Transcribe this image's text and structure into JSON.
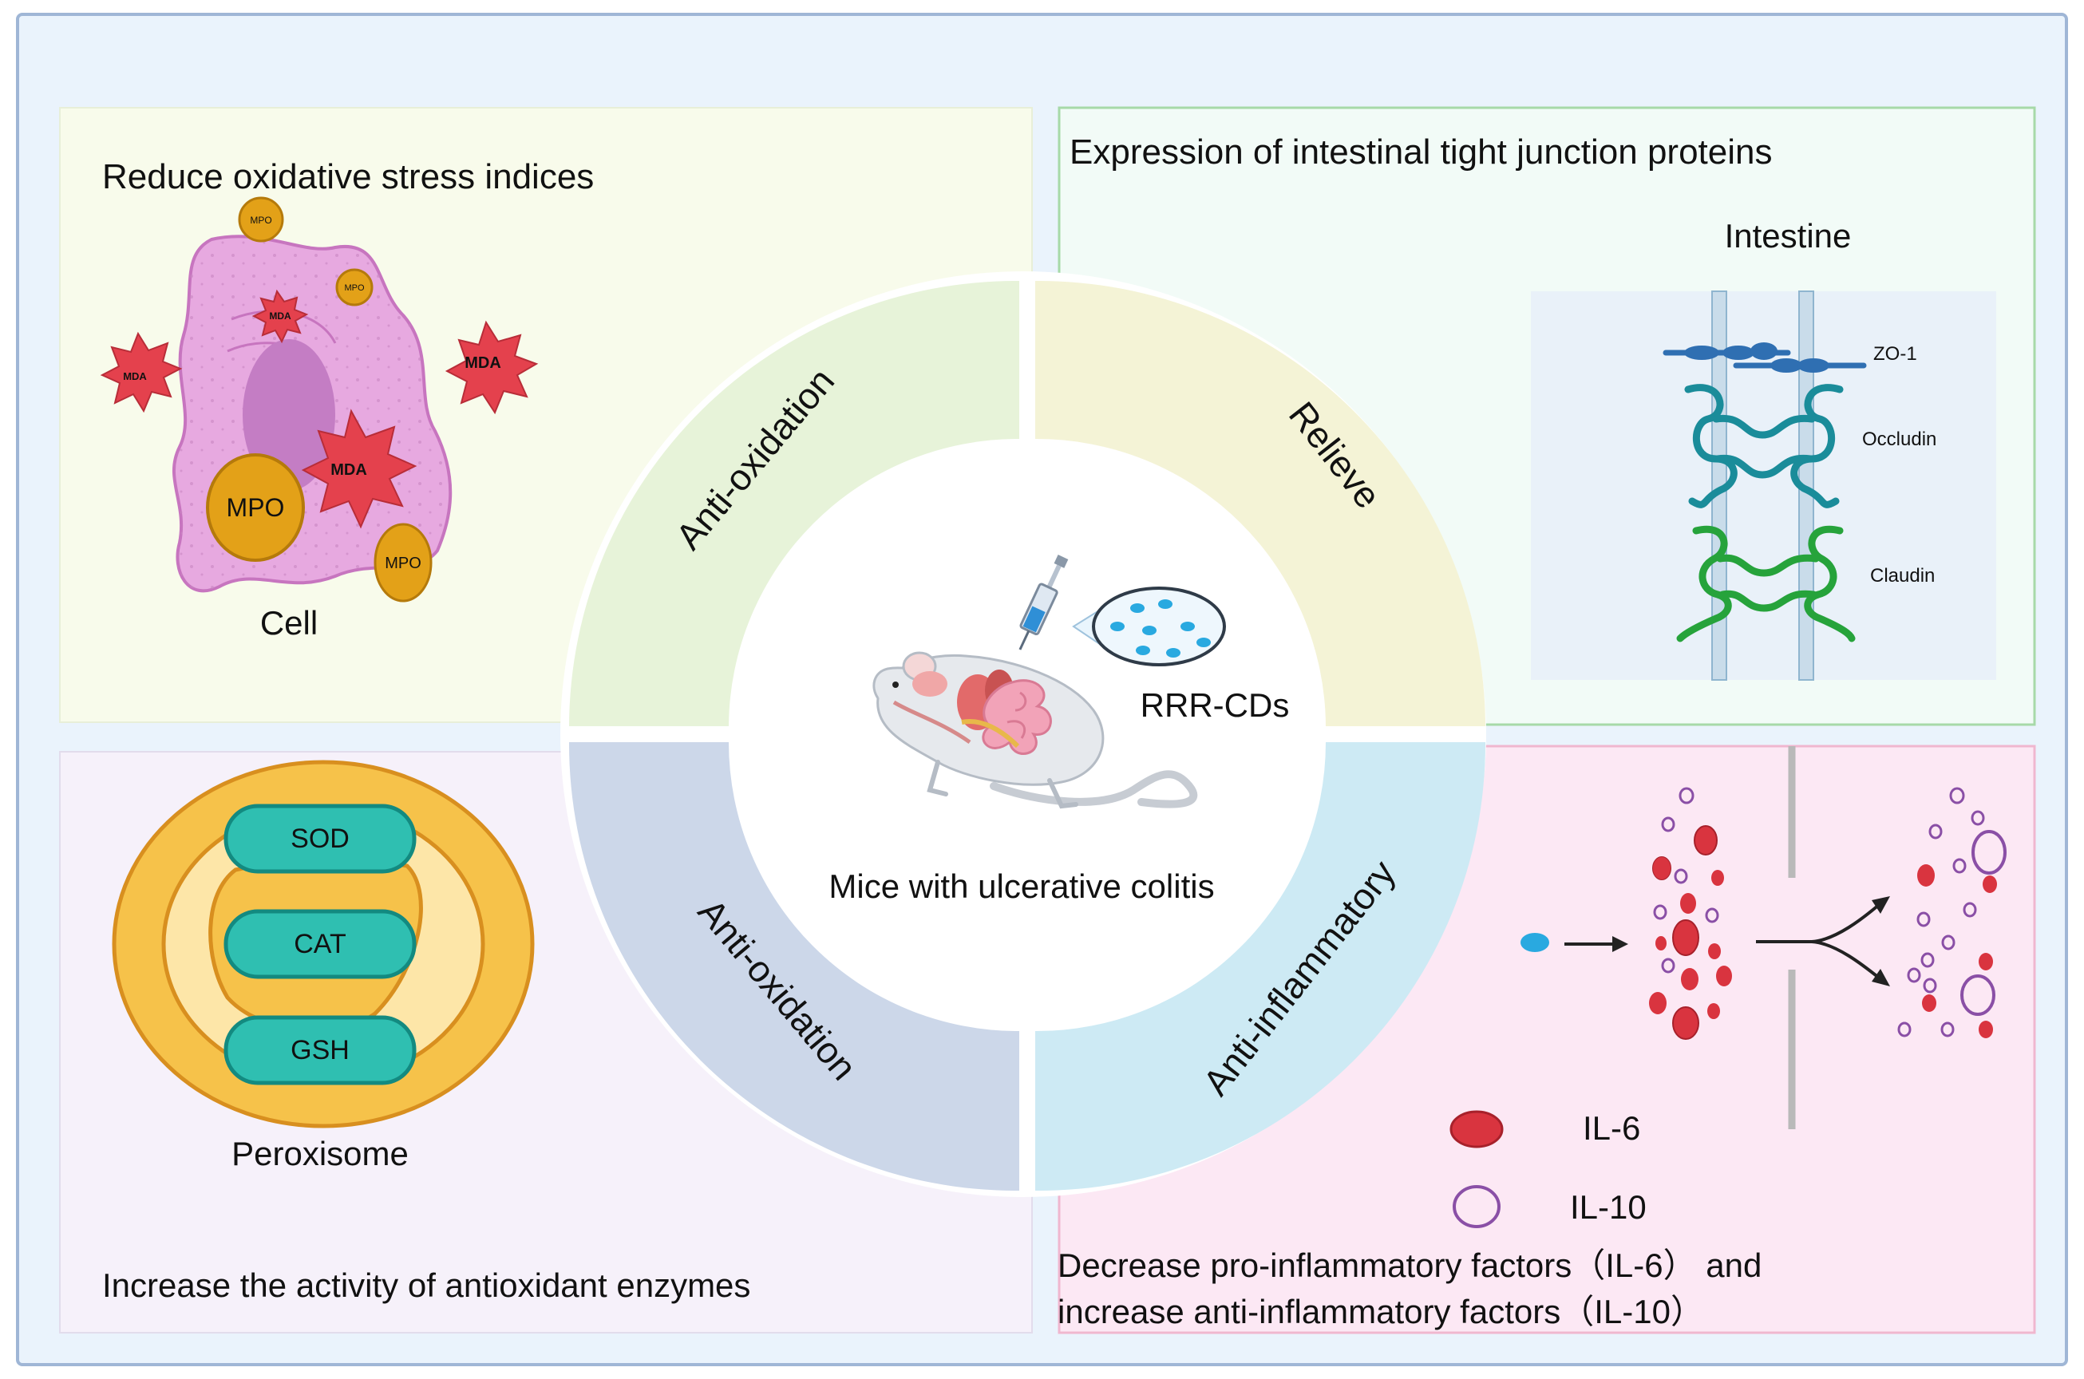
{
  "panels": {
    "top_left": {
      "title": "Reduce oxidative stress indices",
      "cell_label": "Cell",
      "mpo_label": "MPO",
      "mda_label": "MDA"
    },
    "top_right": {
      "title": "Expression of intestinal tight junction proteins",
      "intestine_label": "Intestine",
      "proteins": [
        "ZO-1",
        "Occludin",
        "Claudin"
      ]
    },
    "bottom_left": {
      "title": "Increase the activity of antioxidant enzymes",
      "enzymes": [
        "SOD",
        "CAT",
        "GSH"
      ],
      "organelle_label": "Peroxisome"
    },
    "bottom_right": {
      "caption_line1": "Decrease pro-inflammatory factors（IL-6） and",
      "caption_line2": "increase anti-inflammatory factors（IL-10）",
      "legend": [
        "IL-6",
        "IL-10"
      ]
    }
  },
  "center": {
    "quadrants": [
      "Anti-oxidation",
      "Relieve",
      "Anti-inflammatory",
      "Anti-oxidation"
    ],
    "agent_label": "RRR-CDs",
    "model_label": "Mice with ulcerative colitis"
  },
  "colors": {
    "frame_bg": "#eaf3fc",
    "frame_border": "#9fb6d6",
    "panel_tl": "#f8fbeb",
    "panel_tr": "#f2fbf7",
    "panel_bl": "#f6f1fa",
    "panel_br": "#fce8f4",
    "quad_tl": "#e7f3d9",
    "quad_tr": "#f4f3d6",
    "quad_bl": "#ccd7e9",
    "quad_br": "#cdeaf4",
    "il6": "#d9343f",
    "il10": "#8a4fa6",
    "mpo": "#e3a118",
    "mda": "#e4414d",
    "cell": "#e7a9e0",
    "enzyme": "#2fbfb1",
    "peroxisome": "#f6c24a"
  }
}
